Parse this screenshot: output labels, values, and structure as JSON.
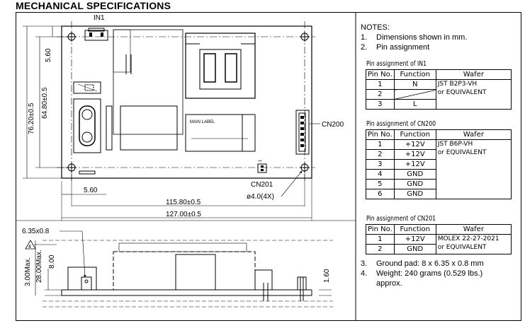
{
  "title": "MECHANICAL SPECIFICATIONS",
  "drawing": {
    "in1_label": "IN1",
    "cn200_label": "CN200",
    "cn201_label": "CN201",
    "main_label": "MAIN LABEL",
    "hole_label": "ø4.0(4X)",
    "dim_560_left": "5.60",
    "dim_7620": "76.20±0.5",
    "dim_6480": "64.80±0.5",
    "dim_560_bottom": "5.60",
    "dim_11580": "115.80±0.5",
    "dim_12700": "127.00±0.5",
    "dim_635": "6.35x0.8",
    "dim_300": "3.00Max.",
    "dim_2800": "28.00Max.",
    "dim_800": "8.00",
    "dim_160": "1.60",
    "cn201_pin1": "1"
  },
  "notes": {
    "heading": "NOTES:",
    "items": [
      {
        "num": "1.",
        "text": "Dimensions shown in mm."
      },
      {
        "num": "2.",
        "text": "Pin assignment"
      }
    ],
    "more": [
      {
        "num": "3.",
        "text": "Ground pad: 8 x 6.35 x 0.8 mm"
      },
      {
        "num": "4.",
        "text": "Weight: 240 grams (0.529 lbs.)"
      },
      {
        "num": "",
        "text": "approx."
      }
    ]
  },
  "tables": {
    "in1": {
      "caption": "Pin assignment of IN1",
      "headers": [
        "Pin No.",
        "Function",
        "Wafer"
      ],
      "rows": [
        [
          "1",
          "N"
        ],
        [
          "2",
          ""
        ],
        [
          "3",
          "L"
        ]
      ],
      "wafer": [
        "JST B2P3-VH",
        "or EQUIVALENT"
      ]
    },
    "cn200": {
      "caption": "Pin assignment of CN200",
      "headers": [
        "Pin No.",
        "Function",
        "Wafer"
      ],
      "rows": [
        [
          "1",
          "+12V"
        ],
        [
          "2",
          "+12V"
        ],
        [
          "3",
          "+12V"
        ],
        [
          "4",
          "GND"
        ],
        [
          "5",
          "GND"
        ],
        [
          "6",
          "GND"
        ]
      ],
      "wafer": [
        "JST B6P-VH",
        "or EQUIVALENT"
      ]
    },
    "cn201": {
      "caption": "Pin assignment of CN201",
      "headers": [
        "Pin No.",
        "Function",
        "Wafer"
      ],
      "rows": [
        [
          "1",
          "+12V"
        ],
        [
          "2",
          "GND"
        ]
      ],
      "wafer": [
        "MOLEX 22-27-2021",
        "or EQUIVALENT"
      ]
    }
  }
}
